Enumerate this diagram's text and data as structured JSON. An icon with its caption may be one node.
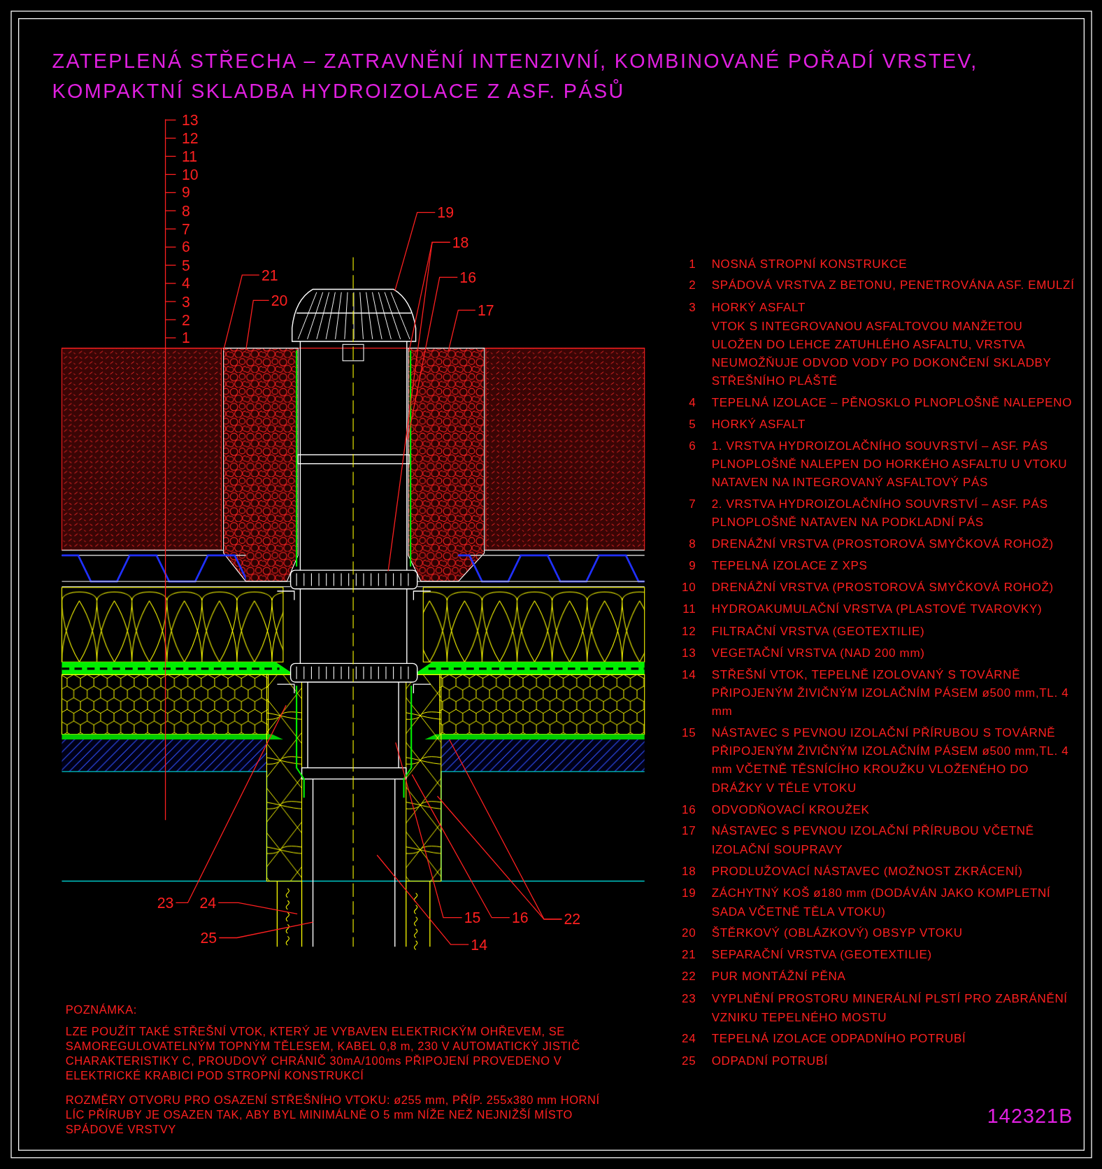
{
  "diagram": {
    "title": "ZATEPLENÁ STŘECHA – ZATRAVNĚNÍ INTENZIVNÍ, KOMBINOVANÉ POŘADÍ VRSTEV, KOMPAKTNÍ SKLADBA HYDROIZOLACE Z ASF. PÁSŮ",
    "nodes": [
      {
        "text": [
          "19"
        ]
      },
      {
        "text": [
          "18"
        ]
      },
      {
        "text": [
          "21"
        ]
      },
      {
        "text": [
          "16"
        ]
      },
      {
        "text": [
          "20"
        ]
      },
      {
        "text": [
          "17"
        ]
      },
      {
        "text": [
          "23"
        ]
      },
      {
        "text": [
          "24"
        ]
      },
      {
        "text": [
          "15"
        ]
      },
      {
        "text": [
          "16"
        ]
      },
      {
        "text": [
          "22"
        ]
      },
      {
        "text": [
          "25"
        ]
      },
      {
        "text": [
          "14"
        ]
      }
    ],
    "edges": [
      {
        "from": 0,
        "to": null,
        "arrow": "none"
      },
      {
        "from": 1,
        "to": null,
        "arrow": "none"
      },
      {
        "from": 1,
        "to": null,
        "arrow": "none"
      },
      {
        "from": 2,
        "to": null,
        "arrow": "none"
      },
      {
        "from": 3,
        "to": null,
        "arrow": "none"
      },
      {
        "from": 4,
        "to": null,
        "arrow": "none"
      },
      {
        "from": 5,
        "to": null,
        "arrow": "none"
      },
      {
        "from": 6,
        "to": null,
        "arrow": "none"
      },
      {
        "from": 7,
        "to": null,
        "arrow": "none"
      },
      {
        "from": 8,
        "to": null,
        "arrow": "none"
      },
      {
        "from": 9,
        "to": null,
        "arrow": "none"
      },
      {
        "from": 10,
        "to": null,
        "arrow": "none"
      },
      {
        "from": 10,
        "to": null,
        "arrow": "none"
      },
      {
        "from": 11,
        "to": null,
        "arrow": "none"
      },
      {
        "from": 12,
        "to": null,
        "arrow": "none"
      }
    ],
    "labels": [
      "13",
      "12",
      "11",
      "10",
      "9",
      "8",
      "7",
      "6",
      "5",
      "4",
      "3",
      "2",
      "1",
      "1",
      "NOSNÁ STROPNÍ KONSTRUKCE",
      "2",
      "SPÁDOVÁ VRSTVA Z BETONU, PENETROVÁNA ASF. EMULZÍ",
      "3",
      "HORKÝ ASFALT",
      "VTOK S INTEGROVANOU ASFALTOVOU MANŽETOU ULOŽEN DO LEHCE ZATUHLÉHO ASFALTU, VRSTVA NEUMOŽŇUJE ODVOD VODY PO DOKONČENÍ SKLADBY STŘEŠNÍHO PLÁŠTĚ",
      "4",
      "TEPELNÁ IZOLACE – PĚNOSKLO PLNOPLOŠNĚ NALEPENO",
      "5",
      "HORKÝ ASFALT",
      "6",
      "1. VRSTVA HYDROIZOLAČNÍHO SOUVRSTVÍ – ASF. PÁS PLNOPLOŠNĚ NALEPEN DO HORKÉHO ASFALTU U VTOKU NATAVEN NA INTEGROVANÝ ASFALTOVÝ PÁS",
      "7",
      "2. VRSTVA HYDROIZOLAČNÍHO SOUVRSTVÍ – ASF. PÁS PLNOPLOŠNĚ NATAVEN NA PODKLADNÍ PÁS",
      "8",
      "DRENÁŽNÍ VRSTVA (PROSTOROVÁ SMYČKOVÁ ROHOŽ)",
      "9",
      "TEPELNÁ IZOLACE Z XPS",
      "10",
      "DRENÁŽNÍ VRSTVA (PROSTOROVÁ SMYČKOVÁ ROHOŽ)",
      "11",
      "HYDROAKUMULAČNÍ VRSTVA (PLASTOVÉ TVAROVKY)",
      "12",
      "FILTRAČNÍ VRSTVA (GEOTEXTILIE)",
      "13",
      "VEGETAČNÍ VRSTVA (NAD 200 mm)",
      "14",
      "STŘEŠNÍ VTOK, TEPELNĚ IZOLOVANÝ S TOVÁRNĚ PŘIPOJENÝM ŽIVIČNÝM IZOLAČNÍM PÁSEM ø500 mm,TL. 4 mm",
      "15",
      "NÁSTAVEC S PEVNOU IZOLAČNÍ PŘÍRUBOU S TOVÁRNĚ PŘIPOJENÝM ŽIVIČNÝM IZOLAČNÍM PÁSEM ø500 mm,TL. 4 mm VČETNĚ TĚSNÍCÍHO KROUŽKU VLOŽENÉHO DO DRÁŽKY V TĚLE VTOKU",
      "16",
      "ODVODŇOVACÍ KROUŽEK",
      "17",
      "NÁSTAVEC S PEVNOU IZOLAČNÍ PŘÍRUBOU VČETNĚ IZOLAČNÍ SOUPRAVY",
      "18",
      "PRODLUŽOVACÍ NÁSTAVEC (MOŽNOST ZKRÁCENÍ)",
      "19",
      "ZÁCHYTNÝ KOŠ ø180 mm (DODÁVÁN JAKO KOMPLETNÍ SADA VČETNĚ TĚLA VTOKU)",
      "20",
      "ŠTĚRKOVÝ (OBLÁZKOVÝ) OBSYP VTOKU",
      "21",
      "SEPARAČNÍ VRSTVA (GEOTEXTILIE)",
      "22",
      "PUR MONTÁŽNÍ PĚNA",
      "23",
      "VYPLNĚNÍ PROSTORU MINERÁLNÍ PLSTÍ PRO ZABRÁNĚNÍ VZNIKU TEPELNÉHO MOSTU",
      "24",
      "TEPELNÁ IZOLACE ODPADNÍHO POTRUBÍ",
      "25",
      "ODPADNÍ POTRUBÍ",
      "POZNÁMKA:",
      "LZE POUŽÍT TAKÉ STŘEŠNÍ VTOK, KTERÝ JE VYBAVEN ELEKTRICKÝM OHŘEVEM, SE SAMOREGULOVATELNÝM TOPNÝM TĚLESEM, KABEL 0,8 m, 230 V AUTOMATICKÝ JISTIČ CHARAKTERISTIKY C, PROUDOVÝ CHRÁNIČ 30mA/100ms PŘIPOJENÍ PROVEDENO V ELEKTRICKÉ KRABICI POD STROPNÍ KONSTRUKCÍ",
      "ROZMĚRY OTVORU PRO OSAZENÍ STŘEŠNÍHO VTOKU: ø255 mm, PŘÍP. 255x380 mm HORNÍ LÍC PŘÍRUBY JE OSAZEN TAK, ABY BYL MINIMÁLNĚ O 5 mm NÍŽE NEŽ NEJNIŽŠÍ MÍSTO SPÁDOVÉ VRSTVY",
      "142321B"
    ]
  }
}
